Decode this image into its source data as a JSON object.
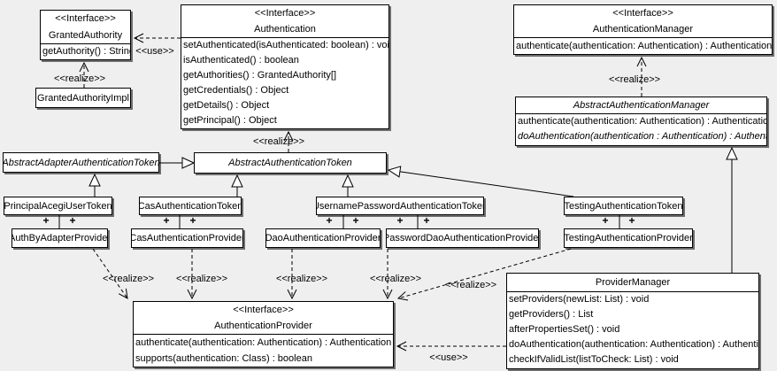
{
  "classes": [
    {
      "stereotype": "<<Interface>>",
      "name": "GrantedAuthority",
      "methods": [
        "getAuthority() : String"
      ]
    },
    {
      "name": "GrantedAuthorityImpl"
    },
    {
      "stereotype": "<<Interface>>",
      "name": "Authentication",
      "methods": [
        "setAuthenticated(isAuthenticated: boolean) : void",
        "isAuthenticated() : boolean",
        "getAuthorities() : GrantedAuthority[]",
        "getCredentials() : Object",
        "getDetails() : Object",
        "getPrincipal() : Object"
      ]
    },
    {
      "stereotype": "<<Interface>>",
      "name": "AuthenticationManager",
      "methods": [
        "authenticate(authentication: Authentication) : Authentication"
      ]
    },
    {
      "name": "AbstractAuthenticationManager",
      "methods": [
        "authenticate(authentication: Authentication) : Authentication",
        "doAuthentication(authentication : Authentication) : Authentication"
      ]
    },
    {
      "name": "AbstractAdapterAuthenticationToken"
    },
    {
      "name": "AbstractAuthenticationToken"
    },
    {
      "name": "PrincipalAcegiUserToken"
    },
    {
      "name": "CasAuthenticationToken"
    },
    {
      "name": "UsernamePasswordAuthenticationToken"
    },
    {
      "name": "TestingAuthenticationToken"
    },
    {
      "name": "AuthByAdapterProvider"
    },
    {
      "name": "CasAuthenticationProvider"
    },
    {
      "name": "DaoAuthenticationProvider"
    },
    {
      "name": "PasswordDaoAuthenticationProvider"
    },
    {
      "name": "TestingAuthenticationProvider"
    },
    {
      "stereotype": "<<Interface>>",
      "name": "AuthenticationProvider",
      "methods": [
        "authenticate(authentication: Authentication) : Authentication",
        "supports(authentication: Class) : boolean"
      ]
    },
    {
      "name": "ProviderManager",
      "methods": [
        "setProviders(newList: List) : void",
        "getProviders() : List",
        "afterPropertiesSet() : void",
        "doAuthentication(authentication: Authentication) : Authentication",
        "checkIfValidList(listToCheck: List) : void"
      ]
    }
  ],
  "edge_labels": {
    "use": "<<use>>",
    "realize": "<<realize>>",
    "plus": "+"
  },
  "colors": {
    "background": "#efefef",
    "box_fill": "#ffffff",
    "line": "#000000",
    "shadow": "#6e6e6e"
  }
}
